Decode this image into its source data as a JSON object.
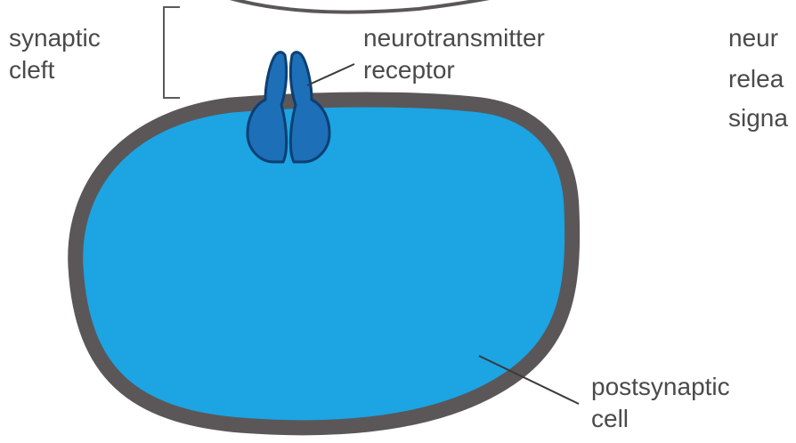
{
  "labels": {
    "synaptic_cleft": [
      "synaptic",
      "cleft"
    ],
    "receptor": [
      "neurotransmitter",
      "receptor"
    ],
    "right_cut": [
      "neur",
      "relea",
      "signa"
    ],
    "postsynaptic": [
      "postsynaptic",
      "cell"
    ]
  },
  "colors": {
    "cell_fill": "#1ca4e3",
    "membrane": "#5b5758",
    "receptor_fill": "#1d6fb8",
    "receptor_stroke": "#0d3f72",
    "text": "#4a4a4a",
    "leader": "#3a3a3a"
  }
}
